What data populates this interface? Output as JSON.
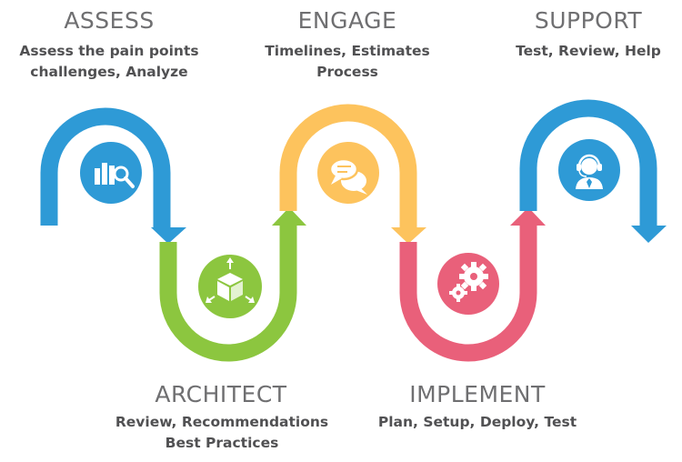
{
  "colors": {
    "assess": "#2e9ad6",
    "architect": "#8cc63f",
    "engage": "#fdc35d",
    "implement": "#e9607a",
    "support": "#2e9ad6",
    "title_text": "#6f6f71",
    "desc_text": "#515153"
  },
  "stages": {
    "assess": {
      "title": "ASSESS",
      "line1": "Assess the pain points",
      "line2": "challenges, Analyze",
      "icon": "chart-magnifier-icon"
    },
    "engage": {
      "title": "ENGAGE",
      "line1": "Timelines, Estimates",
      "line2": "Process",
      "icon": "chat-bubbles-icon"
    },
    "support": {
      "title": "SUPPORT",
      "line1": "Test, Review, Help",
      "icon": "headset-agent-icon"
    },
    "architect": {
      "title": "ARCHITECT",
      "line1": "Review, Recommendations",
      "line2": "Best Practices",
      "icon": "cube-arrows-icon"
    },
    "implement": {
      "title": "IMPLEMENT",
      "line1": "Plan, Setup, Deploy, Test",
      "icon": "gears-icon"
    }
  }
}
